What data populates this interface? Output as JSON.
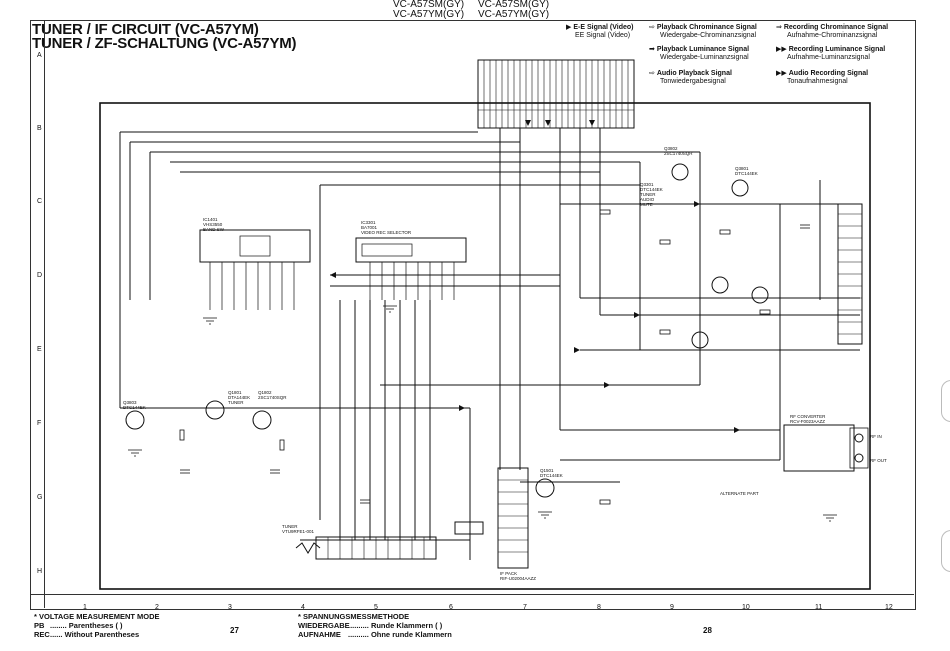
{
  "header": {
    "title_en": "TUNER / IF CIRCUIT (VC-A57YM)",
    "title_de": "TUNER / ZF-SCHALTUNG (VC-A57YM)",
    "models_left": [
      "VC-A57SM(GY)",
      "VC-A57YM(GY)"
    ],
    "models_right": [
      "VC-A57SM(GY)",
      "VC-A57YM(GY)"
    ]
  },
  "legend": [
    {
      "icon": "ee-signal-arrow-icon",
      "line1": "E-E Signal (Video)",
      "line2": "EE Signal (Video)"
    },
    {
      "icon": "playback-chroma-arrow-icon",
      "line1": "Playback Chrominance Signal",
      "line2": "Wiedergabe-Chrominanzsignal"
    },
    {
      "icon": "recording-chroma-arrow-icon",
      "line1": "Recording Chrominance Signal",
      "line2": "Aufnahme-Chrominanzsignal"
    },
    {
      "icon": "playback-luma-arrow-icon",
      "line1": "Playback Luminance Signal",
      "line2": "Wiedergabe-Luminanzsignal"
    },
    {
      "icon": "recording-luma-arrow-icon",
      "line1": "Recording Luminance Signal",
      "line2": "Aufnahme-Luminanzsignal"
    },
    {
      "icon": "audio-playback-arrow-icon",
      "line1": "Audio Playback Signal",
      "line2": "Tonwiedergabesignal"
    },
    {
      "icon": "audio-recording-arrow-icon",
      "line1": "Audio Recording Signal",
      "line2": "Tonaufnahmesignal"
    }
  ],
  "rows": [
    "A",
    "B",
    "C",
    "D",
    "E",
    "F",
    "G",
    "H"
  ],
  "columns": [
    "1",
    "2",
    "3",
    "4",
    "5",
    "6",
    "7",
    "8",
    "9",
    "10",
    "11",
    "12"
  ],
  "components": {
    "ic1401": [
      "IC1401",
      "VHS3550",
      "BAND SW"
    ],
    "ic3301": [
      "IC3301",
      "BA7001",
      "VIDEO REC SELECTOR"
    ],
    "q3801": [
      "Q3801",
      "DTC144EK"
    ],
    "q3802": [
      "Q3802",
      "2SC1740SQR"
    ],
    "q3301": [
      "Q3301",
      "DTC144EK",
      "TUNER",
      "AUDIO",
      "MUTE"
    ],
    "q1801": [
      "Q1801",
      "DTA144EK",
      "TUNER"
    ],
    "q1802": [
      "Q1802",
      "2SC1740SQR"
    ],
    "q3803": [
      "Q3803",
      "DTC144EK"
    ],
    "q1501": [
      "Q1501",
      "DTC144EK"
    ],
    "tuner": [
      "TUNER",
      "VTU9RFE1-001"
    ],
    "if_pack": [
      "IF PACK",
      "RIF-U02004AAZZ"
    ],
    "rf_converter": [
      "RF CONVERTER",
      "RCV-F0023AAZZ"
    ],
    "rf_conn": [
      "RF IN",
      "RF OUT"
    ],
    "alt_part": [
      "ALTERNATE PART"
    ]
  },
  "footer": {
    "left": {
      "heading": "* VOLTAGE MEASUREMENT MODE",
      "pb_label": "PB",
      "pb_dots": "........",
      "pb_text": "Parentheses ( )",
      "rec_label": "REC",
      "rec_dots": "......",
      "rec_text": "Without Parentheses"
    },
    "right": {
      "heading": "* SPANNUNGSMESSMETHODE",
      "pb_label": "WIEDERGABE",
      "pb_dots": "..........",
      "pb_text": "Runde Klammern ( )",
      "rec_label": "AUFNAHME",
      "rec_dots": "..........",
      "rec_text": "Ohne runde Klammern"
    },
    "page_left": "27",
    "page_right": "28"
  }
}
